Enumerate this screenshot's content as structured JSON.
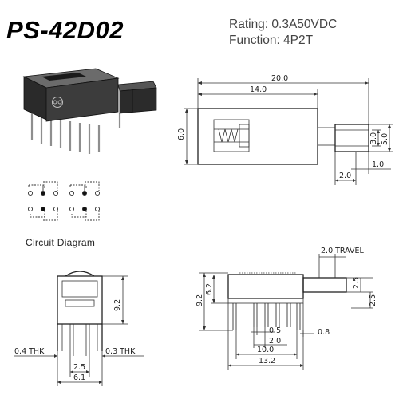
{
  "header": {
    "title": "PS-42D02",
    "rating": "Rating: 0.3A50VDC",
    "function": "Function: 4P2T"
  },
  "circuit": {
    "label": "Circuit Diagram"
  },
  "top_view": {
    "dims": {
      "total_length": "20.0",
      "body_length": "14.0",
      "height": "6.0",
      "actuator_width": "3.0",
      "actuator_outer": "5.0",
      "actuator_offset": "1.0",
      "actuator_length": "2.0"
    }
  },
  "end_view": {
    "dims": {
      "height": "9.2",
      "thk_left": "0.4 THK",
      "thk_right": "0.3 THK",
      "pin_pitch": "2.5",
      "pin_span": "6.1"
    }
  },
  "side_view": {
    "dims": {
      "travel": "2.0 TRAVEL",
      "h_total": "9.2",
      "h_body": "6.2",
      "act_h1": "2.5",
      "act_h2": "2.5",
      "pin_w": "0.5",
      "pin_w2": "0.8",
      "pitch": "2.0",
      "span": "10.0",
      "total": "13.2"
    }
  },
  "colors": {
    "ink": "#222222",
    "body_dark": "#1f1f1f",
    "body_mid": "#4a4a4a",
    "pin": "#9a9a9a"
  }
}
